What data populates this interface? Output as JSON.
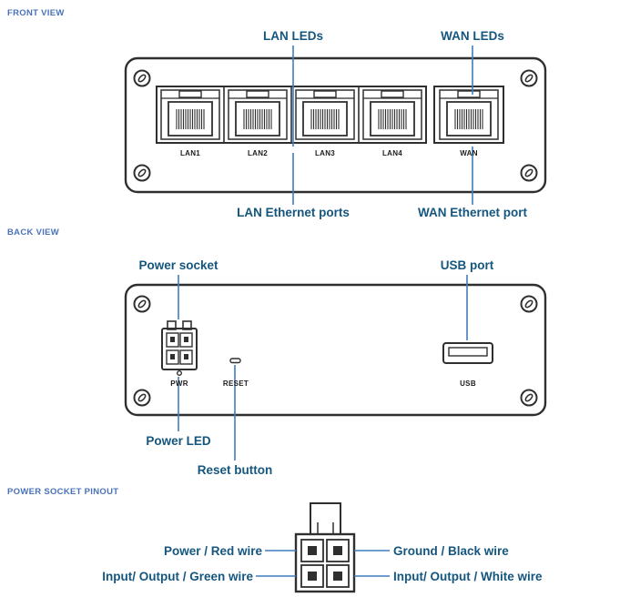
{
  "colors": {
    "bg": "#ffffff",
    "header": "#4a72b8",
    "label": "#15567f",
    "line": "#3f7cbf",
    "outline": "#2f2f2f"
  },
  "front": {
    "header": "FRONT VIEW",
    "lan_leds": "LAN LEDs",
    "wan_leds": "WAN LEDs",
    "lan_ports": "LAN Ethernet ports",
    "wan_port": "WAN Ethernet port",
    "port_labels": [
      "LAN1",
      "LAN2",
      "LAN3",
      "LAN4",
      "WAN"
    ]
  },
  "back": {
    "header": "BACK VIEW",
    "power_socket": "Power socket",
    "usb_port": "USB port",
    "power_led": "Power LED",
    "reset_button": "Reset button",
    "pwr": "PWR",
    "reset": "RESET",
    "usb": "USB"
  },
  "pinout": {
    "header": "POWER SOCKET PINOUT",
    "power": "Power / Red wire",
    "ground": "Ground / Black wire",
    "io_green": "Input/ Output / Green wire",
    "io_white": "Input/ Output / White wire"
  }
}
